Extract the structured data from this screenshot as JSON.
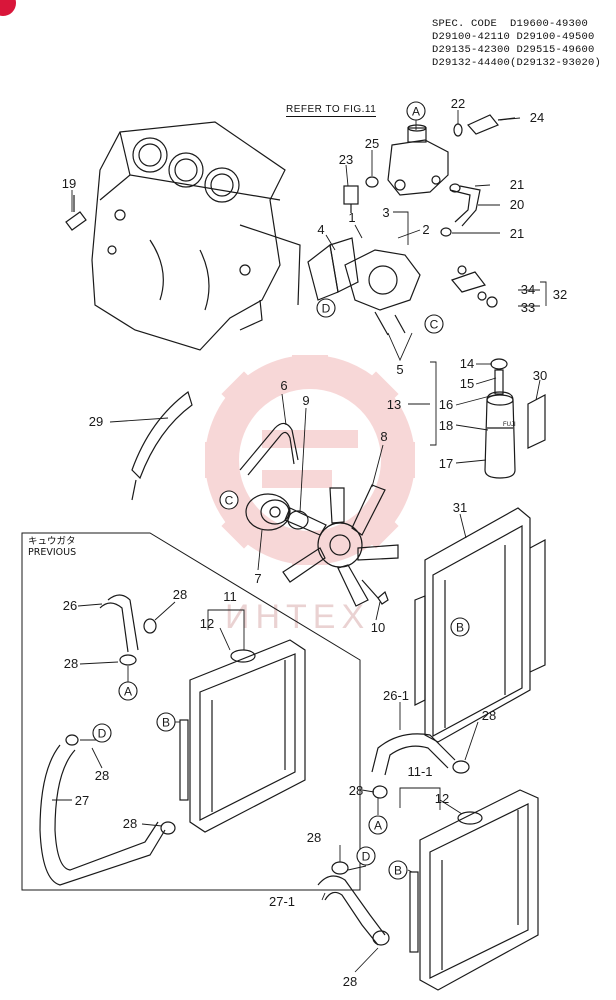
{
  "spec": {
    "label": "SPEC. CODE",
    "codes": [
      "D19600-49300",
      "D29100-42110",
      "D29100-49500",
      "D29135-42300",
      "D29515-49600",
      "D29132-44400",
      "(D29132-93020)"
    ]
  },
  "refer_text": "REFER TO FIG.11",
  "previous": {
    "japanese": "キュウガタ",
    "english": "PREVIOUS"
  },
  "watermark": "ИНТЕХ",
  "callouts": {
    "A": "A",
    "B": "B",
    "C": "C",
    "D": "D"
  },
  "part_numbers": [
    "1",
    "2",
    "3",
    "4",
    "5",
    "6",
    "7",
    "8",
    "9",
    "10",
    "11",
    "12",
    "13",
    "14",
    "15",
    "16",
    "17",
    "18",
    "19",
    "20",
    "21",
    "22",
    "23",
    "24",
    "25",
    "26",
    "27",
    "28",
    "29",
    "30",
    "31",
    "32",
    "33",
    "34",
    "26-1",
    "27-1",
    "11-1"
  ],
  "filter_label": "FUJI",
  "colors": {
    "line": "#1a1a1a",
    "watermark": "#f2b8b8",
    "accent": "#d9163a"
  }
}
